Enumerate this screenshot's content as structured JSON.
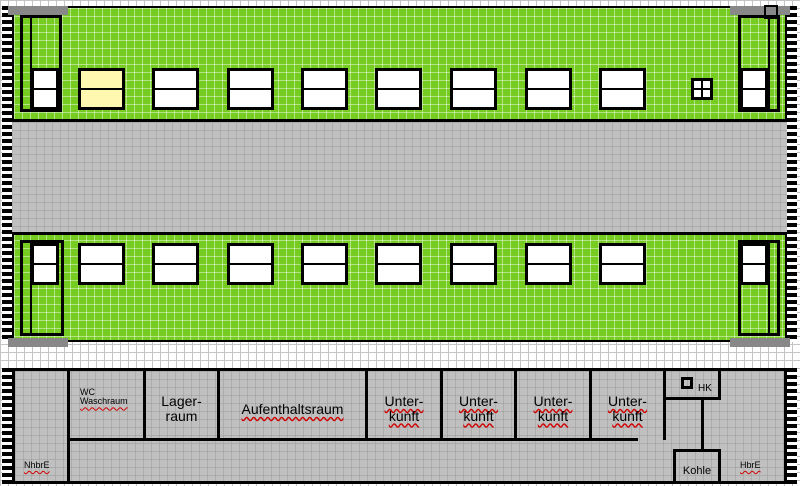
{
  "plan": {
    "background": "#ffffff",
    "colors": {
      "wagon_green": "#77cc22",
      "aisle_gray": "#c0c0c0",
      "wall": "#000000",
      "highlight_window": "#fff8b0",
      "spell_underline": "#d00000"
    },
    "rooms": {
      "wc_line1": "WC",
      "wc_line2": "Waschraum",
      "lager_line1": "Lager-",
      "lager_line2": "raum",
      "aufenthalt": "Aufenthaltsraum",
      "unterkunft1_line1": "Unter-",
      "unterkunft1_line2": "kunft",
      "unterkunft2_line1": "Unter-",
      "unterkunft2_line2": "kunft",
      "unterkunft3_line1": "Unter-",
      "unterkunft3_line2": "kunft",
      "unterkunft4_line1": "Unter-",
      "unterkunft4_line2": "kunft",
      "hk": "HK",
      "kohle": "Kohle",
      "nhbre": "NhbrE",
      "hbre": "HbrE"
    }
  }
}
